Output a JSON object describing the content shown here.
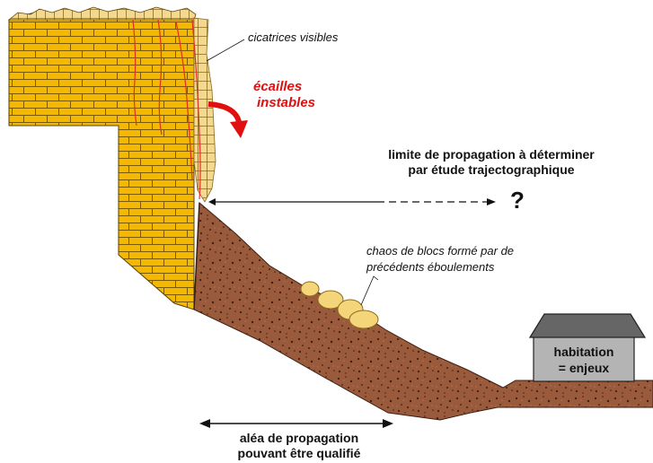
{
  "labels": {
    "scars": "cicatrices visibles",
    "unstable_line1": "écailles",
    "unstable_line2": "instables",
    "limit_line1": "limite de propagation à déterminer",
    "limit_line2": "par étude trajectographique",
    "question": "?",
    "chaos_line1": "chaos de blocs formé par de",
    "chaos_line2": "précédents éboulements",
    "house_line1": "habitation",
    "house_line2": "= enjeux",
    "hazard_line1": "aléa de propagation",
    "hazard_line2": "pouvant être qualifié"
  },
  "colors": {
    "limestone": "#f5b800",
    "mortar": "#7a5a00",
    "scales": "#f3d88f",
    "fissure": "#e03020",
    "soil": "#9a5a3c",
    "soil_dots": "#3d1f12",
    "boulder": "#f5d57a",
    "roof": "#666666",
    "wall": "#b4b4b4",
    "arrow_red": "#e01010"
  }
}
